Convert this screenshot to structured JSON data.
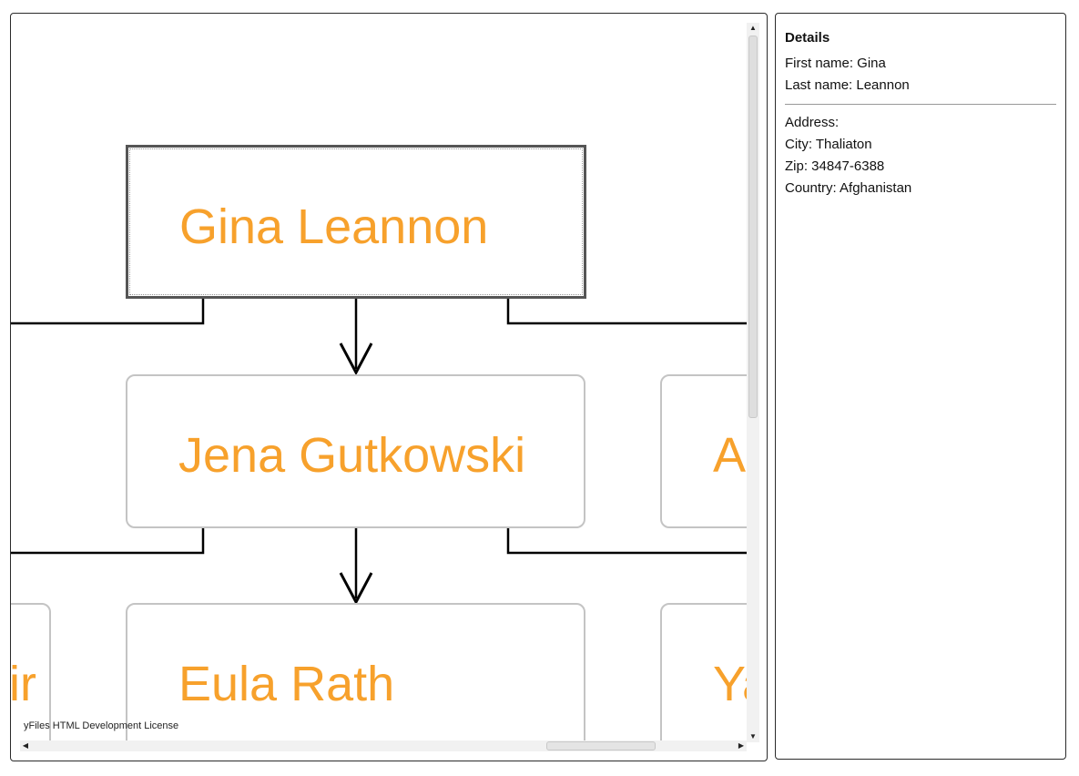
{
  "graph": {
    "nodes": [
      {
        "id": "gina",
        "name": "Gina Leannon",
        "selected": true
      },
      {
        "id": "jena",
        "name": "Jena Gutkowski",
        "selected": false
      },
      {
        "id": "a-partial",
        "name": "A",
        "selected": false
      },
      {
        "id": "ir-partial",
        "name": "ir",
        "selected": false
      },
      {
        "id": "eula",
        "name": "Eula Rath",
        "selected": false
      },
      {
        "id": "ya-partial",
        "name": "Ya",
        "selected": false
      }
    ],
    "license_text": "yFiles HTML Development License",
    "colors": {
      "name_text": "#f7a12c",
      "node_border": "#c4c4c4",
      "edge": "#000000"
    }
  },
  "details": {
    "title": "Details",
    "first_name_line": "First name: Gina",
    "last_name_line": "Last name: Leannon",
    "address_label": "Address:",
    "city_line": "City: Thaliaton",
    "zip_line": "Zip: 34847-6388",
    "country_line": "Country: Afghanistan"
  },
  "icons": {
    "scroll_up": "▲",
    "scroll_down": "▼",
    "scroll_left": "◀",
    "scroll_right": "▶"
  }
}
